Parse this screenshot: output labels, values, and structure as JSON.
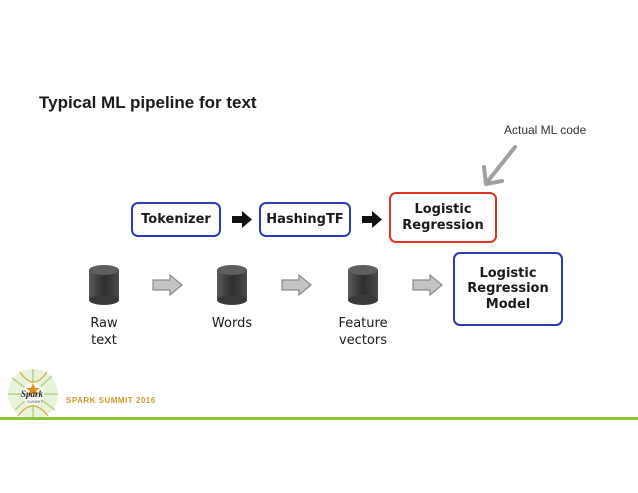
{
  "title": "Typical ML pipeline for text",
  "annotation": "Actual ML code",
  "stages": [
    {
      "label": "Tokenizer"
    },
    {
      "label": "HashingTF"
    },
    {
      "label": "Logistic\nRegression"
    }
  ],
  "model": {
    "label": "Logistic\nRegression\nModel"
  },
  "data_nodes": [
    {
      "label": "Raw\ntext"
    },
    {
      "label": "Words"
    },
    {
      "label": "Feature\nvectors"
    }
  ],
  "logo": {
    "word": "Spark",
    "sub": "SUMMIT",
    "event": "SPARK SUMMIT 2016"
  },
  "colors": {
    "stage_border": "#2b3bb8",
    "highlight_border": "#e0321e",
    "cylinder": "#3d3d3d",
    "grey_arrow": "#9c9c9c",
    "annotation_arrow": "#a0a0a0",
    "footer_bar": "#8cc63f"
  }
}
